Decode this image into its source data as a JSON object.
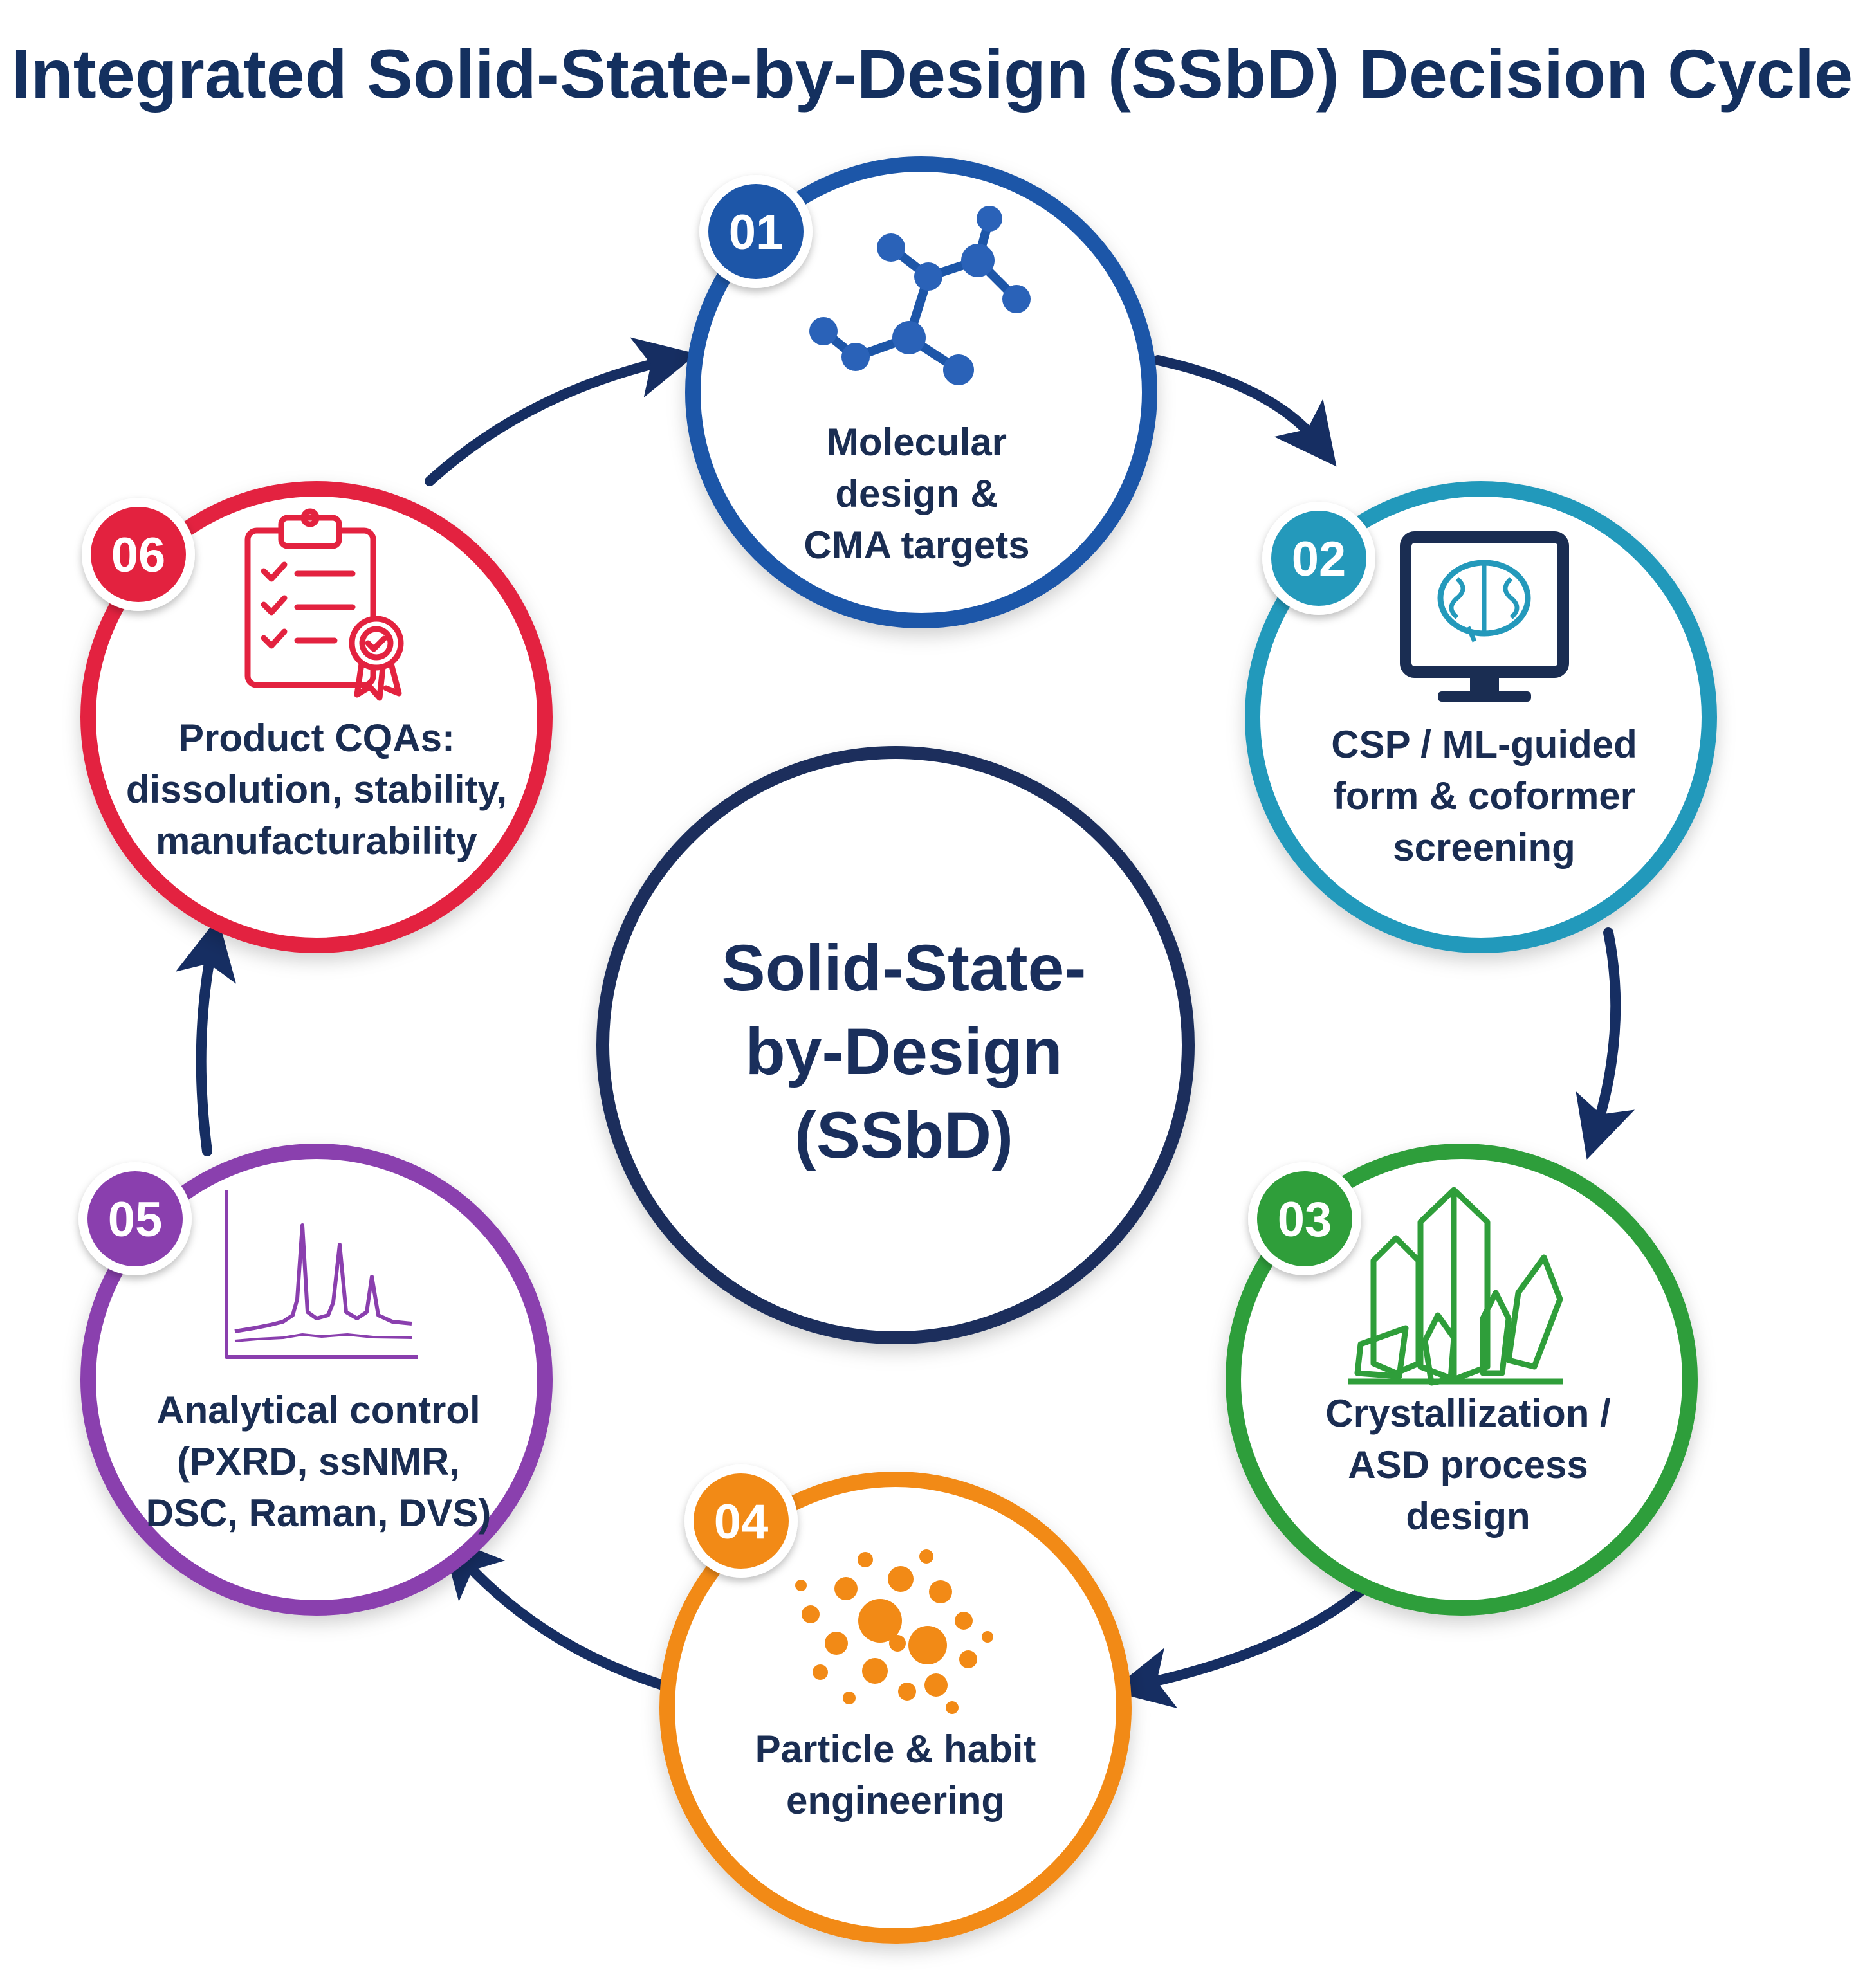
{
  "title": "Integrated Solid-State-by-Design (SSbD) Decision Cycle",
  "center": {
    "lines": [
      "Solid-State-",
      "by-Design",
      "(SSbD)"
    ]
  },
  "steps": [
    {
      "number": "01",
      "lines": [
        "Molecular",
        "design &",
        "CMA targets"
      ],
      "color": "#1d56a8",
      "icon": "molecule-icon"
    },
    {
      "number": "02",
      "lines": [
        "CSP / ML-guided",
        "form & coformer",
        "screening"
      ],
      "color": "#2499bb",
      "icon": "brain-monitor-icon"
    },
    {
      "number": "03",
      "lines": [
        "Crystallization /",
        "ASD process",
        "design"
      ],
      "color": "#2f9e3a",
      "icon": "crystal-icon"
    },
    {
      "number": "04",
      "lines": [
        "Particle & habit",
        "engineering"
      ],
      "color": "#f28a16",
      "icon": "particles-icon"
    },
    {
      "number": "05",
      "lines": [
        "Analytical control",
        "(PXRD, ssNMR,",
        "DSC, Raman, DVS)"
      ],
      "color": "#8a3fae",
      "icon": "spectrum-icon"
    },
    {
      "number": "06",
      "lines": [
        "Product CQAs:",
        "dissolution, stability,",
        "manufacturability"
      ],
      "color": "#e3223f",
      "icon": "clipboard-checklist-icon"
    }
  ],
  "arrow_color": "#162e62"
}
